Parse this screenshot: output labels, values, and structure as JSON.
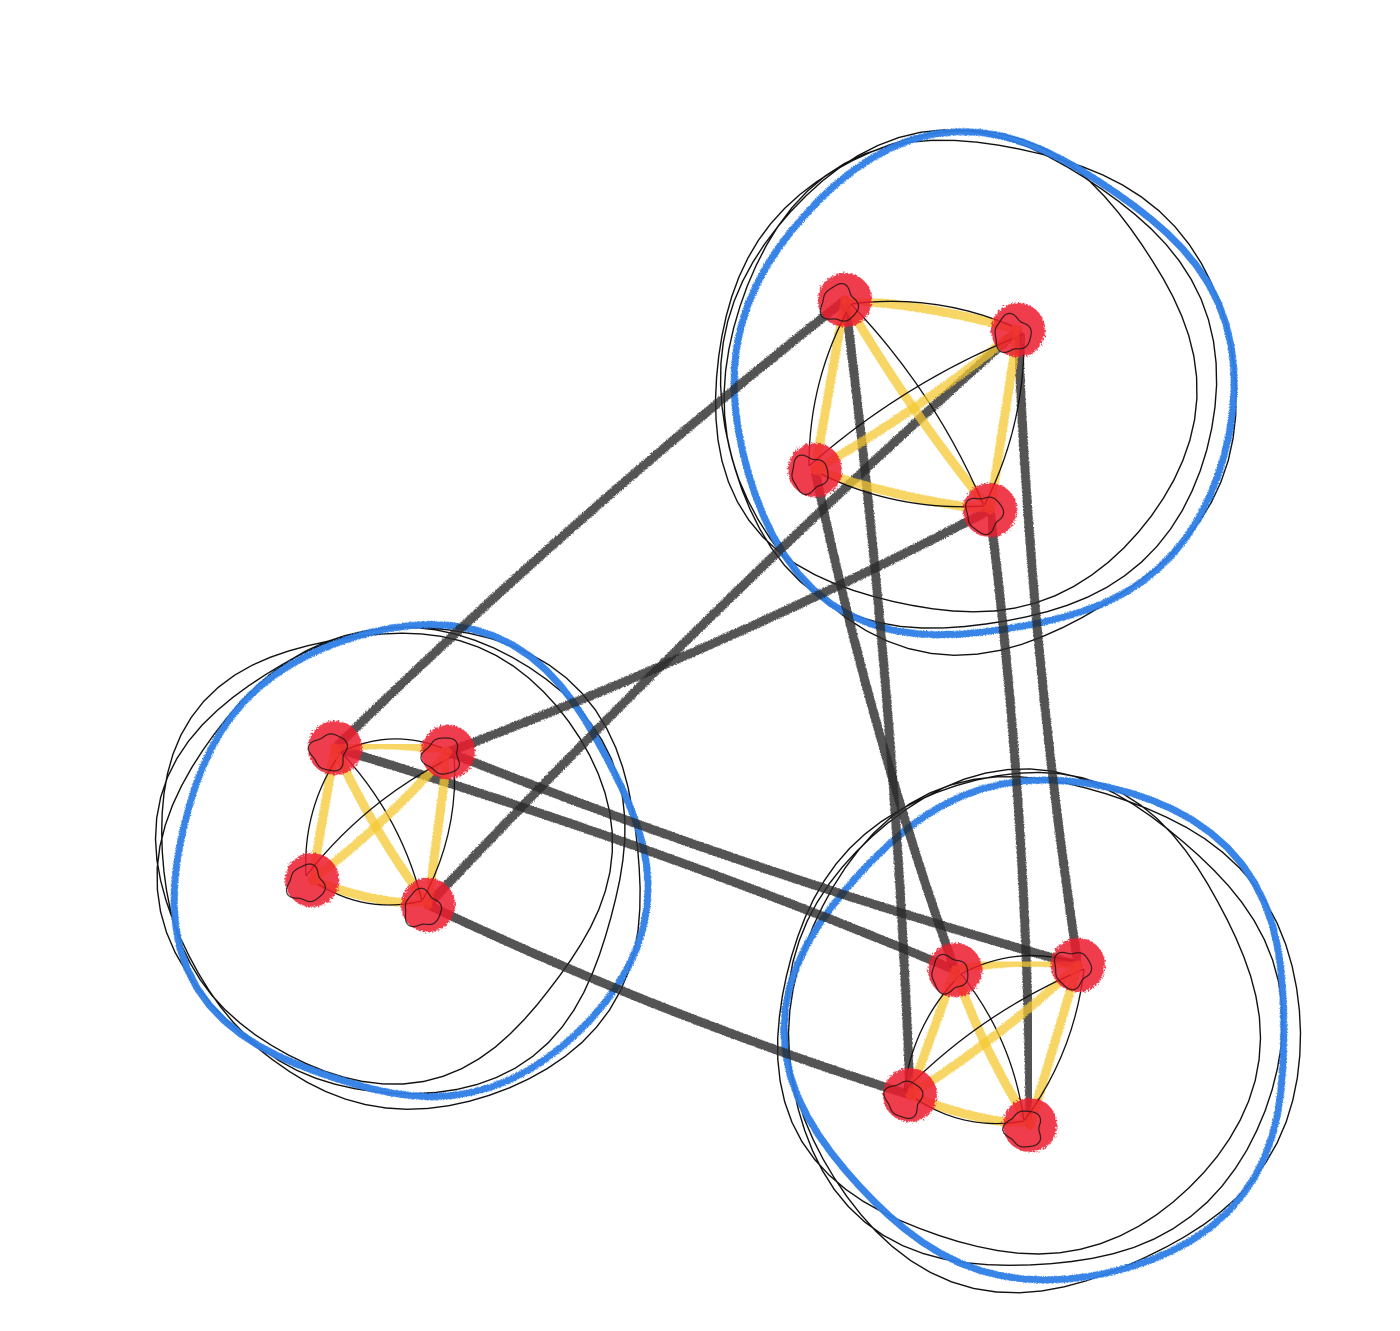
{
  "diagram": {
    "kind": "hand-drawn cluster graph",
    "colors": {
      "cluster_ring": "#2f7fe6",
      "cluster_outline": "#111111",
      "node": "#ee1c2e",
      "intra_edge": "#f5c932",
      "inter_edge": "#2a2a2a"
    },
    "clusters": [
      {
        "id": "top-right",
        "nodes": [
          "tr-a",
          "tr-b",
          "tr-c",
          "tr-d"
        ]
      },
      {
        "id": "left",
        "nodes": [
          "l-a",
          "l-b",
          "l-c",
          "l-d"
        ]
      },
      {
        "id": "bottom-right",
        "nodes": [
          "br-a",
          "br-b",
          "br-c",
          "br-d"
        ]
      }
    ],
    "intra_edges": [
      [
        "tr-a",
        "tr-b"
      ],
      [
        "tr-a",
        "tr-c"
      ],
      [
        "tr-a",
        "tr-d"
      ],
      [
        "tr-b",
        "tr-c"
      ],
      [
        "tr-b",
        "tr-d"
      ],
      [
        "tr-c",
        "tr-d"
      ],
      [
        "l-a",
        "l-b"
      ],
      [
        "l-a",
        "l-c"
      ],
      [
        "l-a",
        "l-d"
      ],
      [
        "l-b",
        "l-c"
      ],
      [
        "l-b",
        "l-d"
      ],
      [
        "l-c",
        "l-d"
      ],
      [
        "br-a",
        "br-b"
      ],
      [
        "br-a",
        "br-c"
      ],
      [
        "br-a",
        "br-d"
      ],
      [
        "br-b",
        "br-c"
      ],
      [
        "br-b",
        "br-d"
      ],
      [
        "br-c",
        "br-d"
      ]
    ],
    "inter_edges": [
      [
        "l-a",
        "tr-a"
      ],
      [
        "l-b",
        "tr-d"
      ],
      [
        "l-d",
        "tr-b"
      ],
      [
        "l-b",
        "br-b"
      ],
      [
        "l-a",
        "br-a"
      ],
      [
        "l-d",
        "br-c"
      ],
      [
        "tr-a",
        "br-c"
      ],
      [
        "tr-c",
        "br-a"
      ],
      [
        "tr-d",
        "br-d"
      ],
      [
        "tr-b",
        "br-b"
      ]
    ]
  }
}
